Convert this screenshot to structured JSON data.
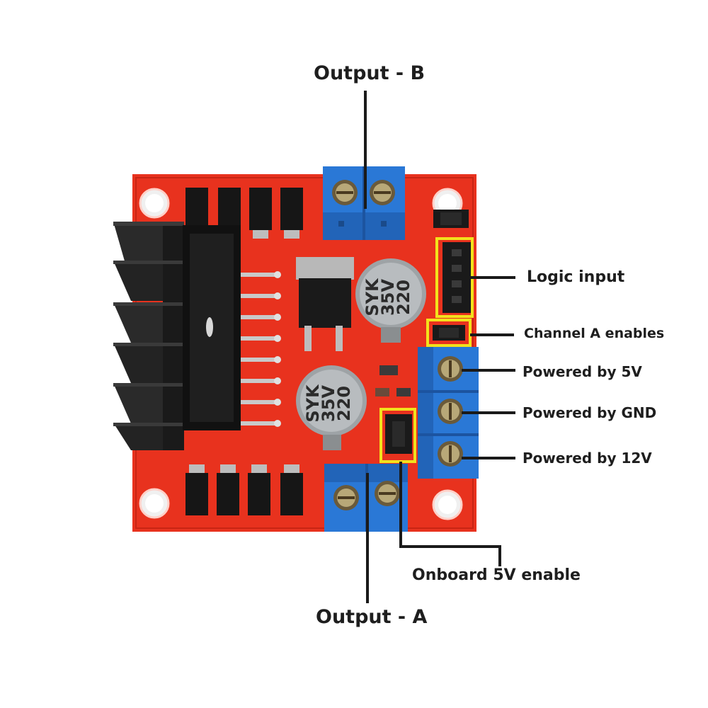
{
  "labels": {
    "output_b": "Output - B",
    "output_a": "Output - A",
    "logic_input": "Logic input",
    "channel_a_enables": "Channel A enables",
    "powered_5v": "Powered by 5V",
    "powered_gnd": "Powered by GND",
    "powered_12v": "Powered by 12V",
    "onboard_5v_enable": "Onboard 5V enable"
  },
  "board_text": {
    "cap_upper_line1": "220",
    "cap_upper_line2": "35V",
    "cap_upper_line3": "SYK",
    "cap_lower_line1": "220",
    "cap_lower_line2": "35V",
    "cap_lower_line3": "SYK"
  },
  "colors": {
    "pcb": "#e8321e",
    "terminal": "#2a78d6",
    "highlight": "#f2e21c",
    "heatsink": "#1c1c1c",
    "pins": "#c9c9c9",
    "capacitor": "#9ea3a6",
    "leader": "#1a1a1a"
  },
  "icons": {
    "screw": "screw-icon",
    "mounting_hole": "mounting-hole-icon"
  }
}
